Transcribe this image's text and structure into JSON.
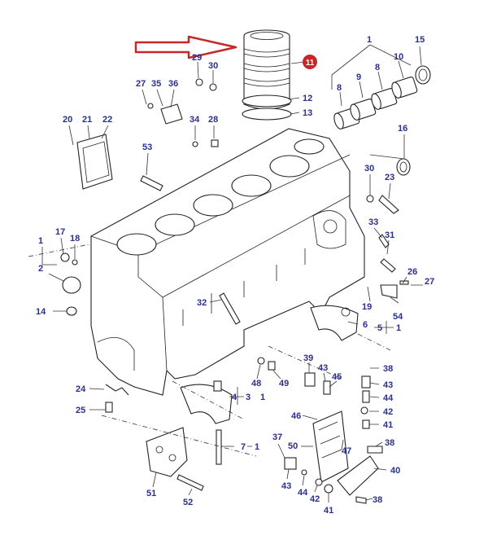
{
  "diagram": {
    "highlight_color": "#c62828",
    "callout_color": "#2b2f8f",
    "highlighted_part": "11",
    "callouts": [
      {
        "id": "c1a",
        "text": "1"
      },
      {
        "id": "c15",
        "text": "15"
      },
      {
        "id": "c8a",
        "text": "8"
      },
      {
        "id": "c9",
        "text": "9"
      },
      {
        "id": "c8b",
        "text": "8"
      },
      {
        "id": "c10",
        "text": "10"
      },
      {
        "id": "c29",
        "text": "29"
      },
      {
        "id": "c30a",
        "text": "30"
      },
      {
        "id": "c11",
        "text": "11"
      },
      {
        "id": "c12",
        "text": "12"
      },
      {
        "id": "c13",
        "text": "13"
      },
      {
        "id": "c27a",
        "text": "27"
      },
      {
        "id": "c35",
        "text": "35"
      },
      {
        "id": "c36",
        "text": "36"
      },
      {
        "id": "c20",
        "text": "20"
      },
      {
        "id": "c21",
        "text": "21"
      },
      {
        "id": "c22",
        "text": "22"
      },
      {
        "id": "c34",
        "text": "34"
      },
      {
        "id": "c28",
        "text": "28"
      },
      {
        "id": "c16",
        "text": "16"
      },
      {
        "id": "c53",
        "text": "53"
      },
      {
        "id": "c30b",
        "text": "30"
      },
      {
        "id": "c23",
        "text": "23"
      },
      {
        "id": "c17",
        "text": "17"
      },
      {
        "id": "c18",
        "text": "18"
      },
      {
        "id": "c1b",
        "text": "1"
      },
      {
        "id": "c2",
        "text": "2"
      },
      {
        "id": "c33",
        "text": "33"
      },
      {
        "id": "c31",
        "text": "31"
      },
      {
        "id": "c26",
        "text": "26"
      },
      {
        "id": "c27b",
        "text": "27"
      },
      {
        "id": "c14",
        "text": "14"
      },
      {
        "id": "c32",
        "text": "32"
      },
      {
        "id": "c19",
        "text": "19"
      },
      {
        "id": "c54",
        "text": "54"
      },
      {
        "id": "c6",
        "text": "6"
      },
      {
        "id": "c5",
        "text": "5"
      },
      {
        "id": "c1c",
        "text": "1"
      },
      {
        "id": "c48",
        "text": "48"
      },
      {
        "id": "c49",
        "text": "49"
      },
      {
        "id": "c39",
        "text": "39"
      },
      {
        "id": "c43a",
        "text": "43"
      },
      {
        "id": "c45",
        "text": "45"
      },
      {
        "id": "c38a",
        "text": "38"
      },
      {
        "id": "c43b",
        "text": "43"
      },
      {
        "id": "c44a",
        "text": "44"
      },
      {
        "id": "c24",
        "text": "24"
      },
      {
        "id": "c4",
        "text": "4"
      },
      {
        "id": "c3",
        "text": "3"
      },
      {
        "id": "c1d",
        "text": "1"
      },
      {
        "id": "c25",
        "text": "25"
      },
      {
        "id": "c46",
        "text": "46"
      },
      {
        "id": "c42a",
        "text": "42"
      },
      {
        "id": "c41a",
        "text": "41"
      },
      {
        "id": "c47",
        "text": "47"
      },
      {
        "id": "c38b",
        "text": "38"
      },
      {
        "id": "c50",
        "text": "50"
      },
      {
        "id": "c37",
        "text": "37"
      },
      {
        "id": "c7",
        "text": "7"
      },
      {
        "id": "c1e",
        "text": "1"
      },
      {
        "id": "c40",
        "text": "40"
      },
      {
        "id": "c51",
        "text": "51"
      },
      {
        "id": "c43c",
        "text": "43"
      },
      {
        "id": "c44b",
        "text": "44"
      },
      {
        "id": "c42b",
        "text": "42"
      },
      {
        "id": "c41b",
        "text": "41"
      },
      {
        "id": "c38c",
        "text": "38"
      },
      {
        "id": "c52",
        "text": "52"
      }
    ]
  }
}
